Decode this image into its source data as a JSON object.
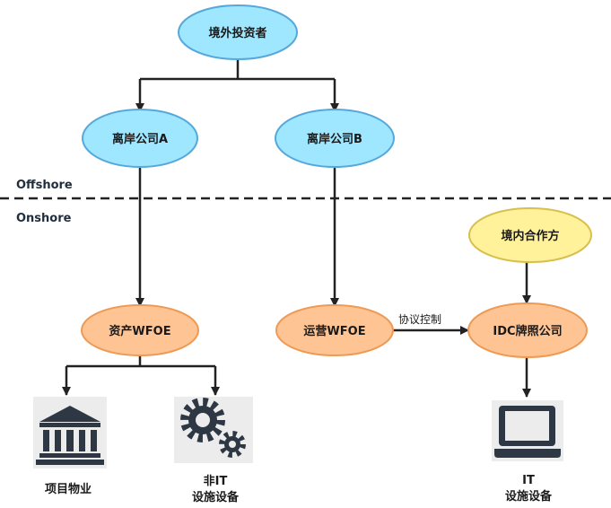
{
  "colors": {
    "blue_fill": "#9fe6ff",
    "blue_stroke": "#56a8db",
    "orange_fill": "#ffc494",
    "orange_stroke": "#ee9a55",
    "yellow_fill": "#fff29a",
    "yellow_stroke": "#d8bf4e",
    "line": "#222222",
    "icon": "#2e3844"
  },
  "regions": {
    "offshore": "Offshore",
    "onshore": "Onshore"
  },
  "nodes": {
    "foreign_investor": "境外投资者",
    "offshore_a": "离岸公司A",
    "offshore_b": "离岸公司B",
    "asset_wfoe": "资产WFOE",
    "ops_wfoe": "运营WFOE",
    "domestic_partner": "境内合作方",
    "idc_company": "IDC牌照公司"
  },
  "edge_labels": {
    "contract_control": "协议控制"
  },
  "captions": {
    "property": "项目物业",
    "non_it_line1": "非IT",
    "non_it_line2": "设施设备",
    "it_line1": "IT",
    "it_line2": "设施设备"
  },
  "icons": {
    "property": "bank-building-icon",
    "non_it": "gears-icon",
    "it": "laptop-icon"
  }
}
